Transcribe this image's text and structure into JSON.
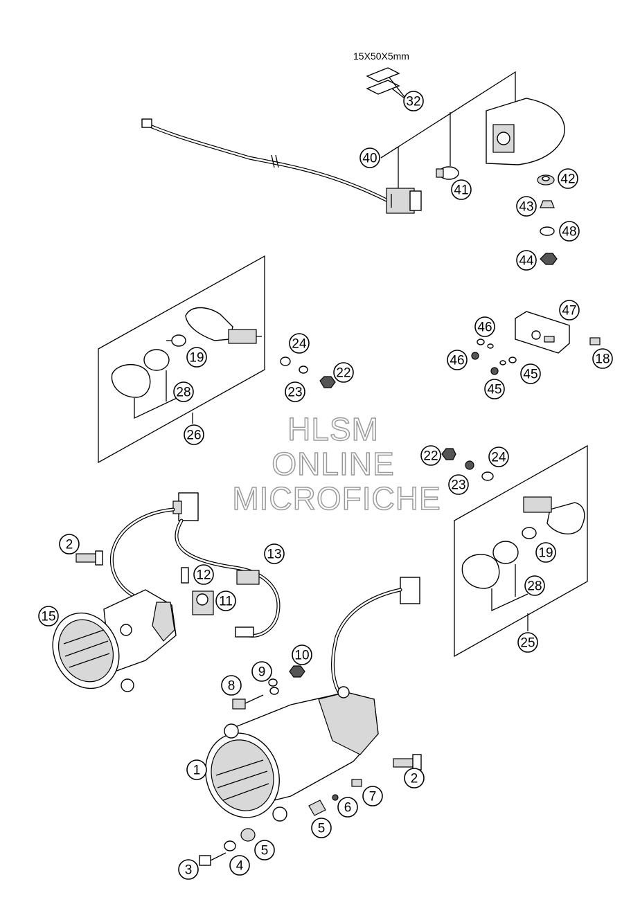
{
  "dimension_label": "15X50X5mm",
  "watermark": {
    "line1": "HLSM",
    "line2": "ONLINE",
    "line3": "MICROFICHE"
  },
  "callouts": [
    "32",
    "40",
    "41",
    "42",
    "43",
    "48",
    "44",
    "19",
    "28",
    "26",
    "24",
    "22",
    "23",
    "47",
    "46",
    "45",
    "46",
    "45",
    "18",
    "22",
    "24",
    "23",
    "19",
    "28",
    "25",
    "2",
    "12",
    "13",
    "11",
    "15",
    "10",
    "9",
    "8",
    "1",
    "7",
    "6",
    "2",
    "5",
    "5",
    "4",
    "3"
  ]
}
